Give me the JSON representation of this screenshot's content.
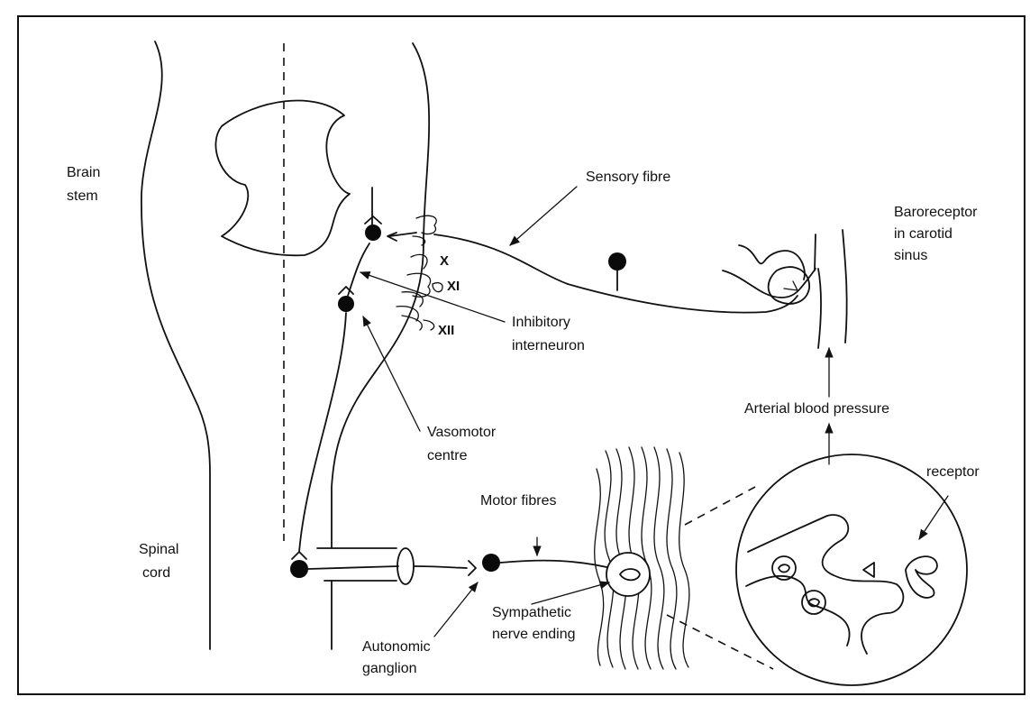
{
  "labels": {
    "brain_stem": [
      "Brain",
      "stem"
    ],
    "spinal_cord": [
      "Spinal",
      "cord"
    ],
    "sensory_fibre": "Sensory fibre",
    "baroreceptor": [
      "Baroreceptor",
      "in carotid",
      "sinus"
    ],
    "nerve_x": "X",
    "nerve_xi": "XI",
    "nerve_xii": "XII",
    "inhibitory_interneuron": [
      "Inhibitory",
      "interneuron"
    ],
    "vasomotor_centre": [
      "Vasomotor",
      "centre"
    ],
    "arterial_blood_pressure": "Arterial blood pressure",
    "receptor": "receptor",
    "motor_fibres": "Motor fibres",
    "sympathetic_nerve_ending": [
      "Sympathetic",
      "nerve ending"
    ],
    "autonomic_ganglion": [
      "Autonomic",
      "ganglion"
    ]
  }
}
